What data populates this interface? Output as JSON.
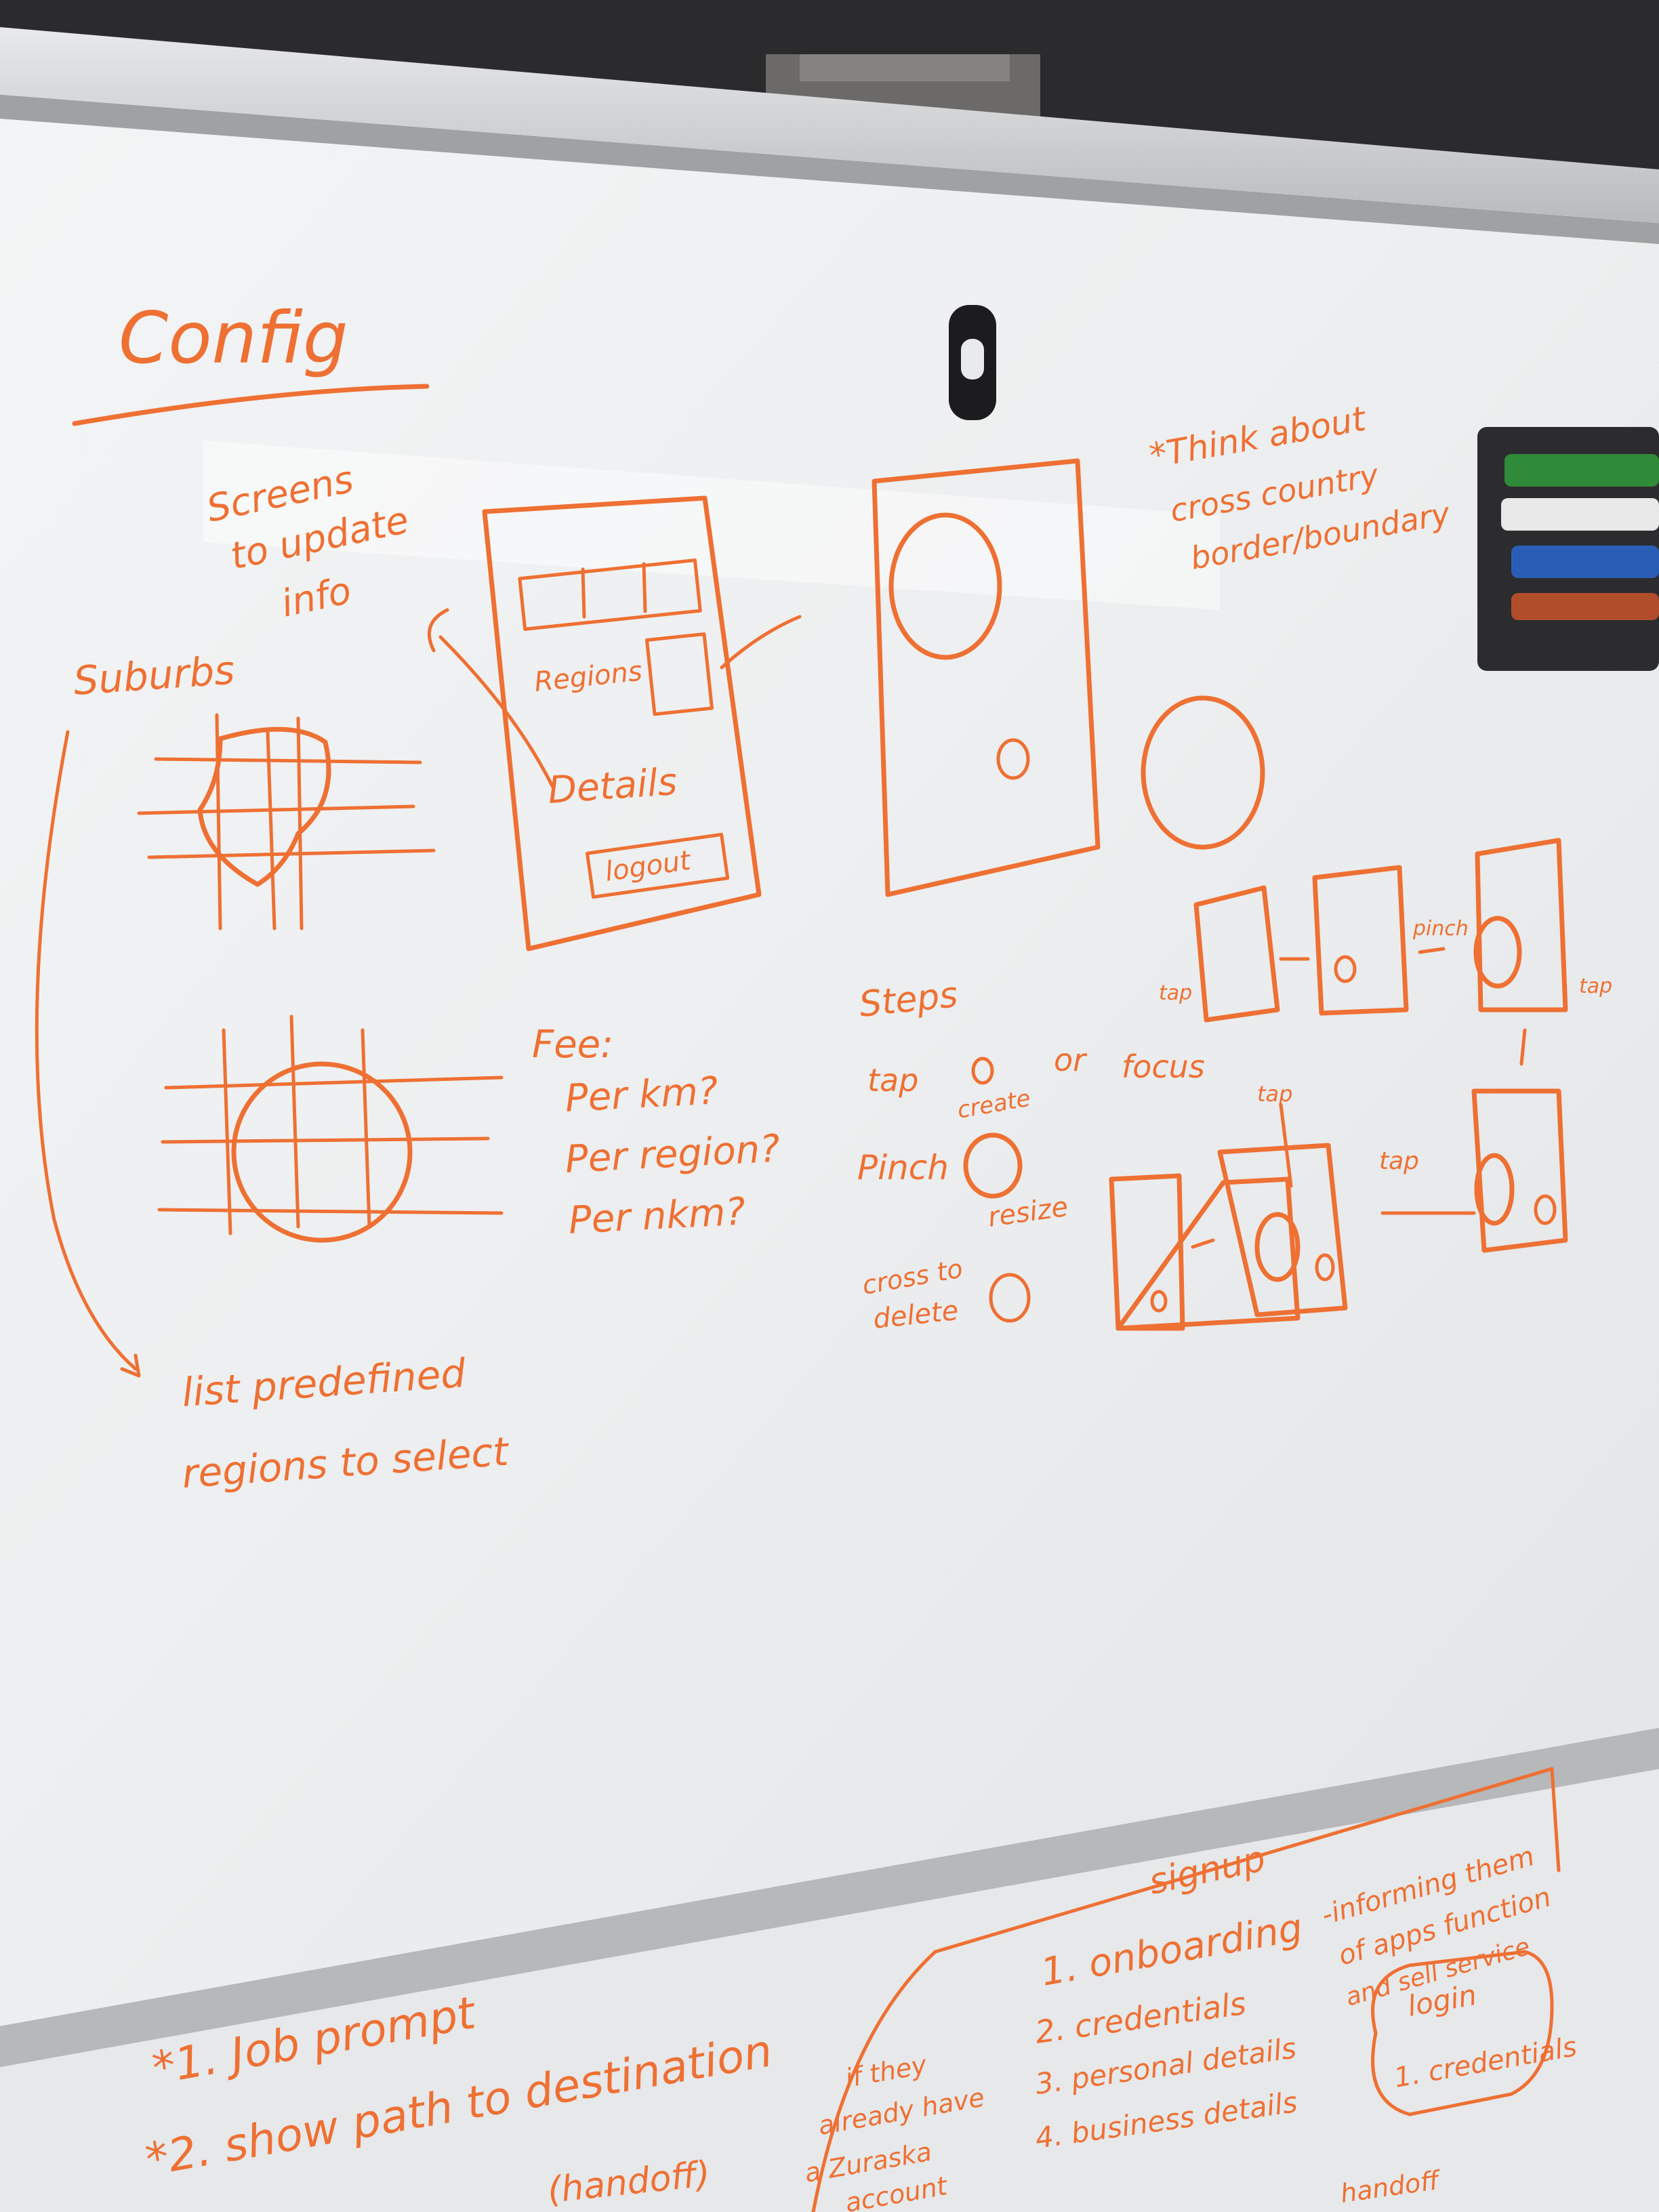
{
  "board": {
    "title": "Config",
    "screens_note": [
      "Screens",
      "to update",
      "info"
    ],
    "suburbs_label": "Suburbs",
    "list_note": [
      "list predefined",
      "regions to select"
    ],
    "phone_mockup": {
      "regions_label": "Regions",
      "details_label": "Details",
      "logout_label": "logout"
    },
    "think_note": [
      "*Think about",
      "cross country",
      "border/boundary"
    ],
    "fee": {
      "heading": "Fee:",
      "options": [
        "Per km?",
        "Per region?",
        "Per nkm?"
      ]
    },
    "steps": {
      "heading": "Steps",
      "tap_label": "tap",
      "or_label": "or",
      "focus_label": "focus",
      "create_label": "create",
      "pinch_label": "Pinch",
      "resize_label": "resize",
      "cross_label": [
        "cross to",
        "delete"
      ]
    },
    "flow_labels": {
      "tap_left": "tap",
      "pinch": "pinch",
      "tap_right": "tap",
      "tap_mid": "tap",
      "tap_lower": "tap"
    }
  },
  "lower_board": {
    "prompts": [
      "*1. Job prompt",
      "*2. show path to destination"
    ],
    "handoff_left": "(handoff)",
    "signup": {
      "heading": "signup",
      "onboarding": "1. onboarding",
      "onboarding_note": [
        "-informing them",
        "of apps function",
        "and sell service"
      ],
      "items": [
        "2. credentials",
        "3. personal details",
        "4. business details"
      ]
    },
    "already_note": [
      "if they",
      "already have",
      "a Zuraska",
      "account"
    ],
    "login": {
      "heading": "login",
      "item": "1. credentials"
    },
    "handoff_right": "handoff"
  },
  "colors": {
    "marker": "#ee7033",
    "board": "#eef0f1",
    "wall": "#2b2a2c",
    "frame": "#c9cbcc"
  }
}
